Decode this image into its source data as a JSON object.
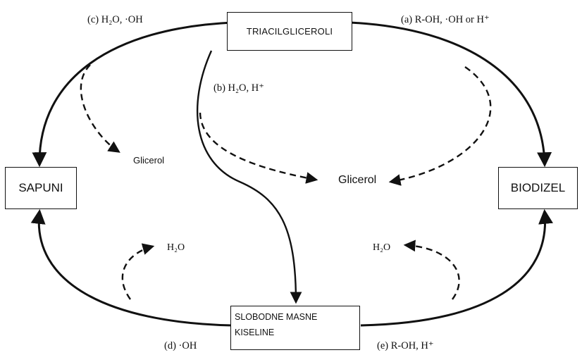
{
  "nodes": {
    "top": "TRIACILGLICEROLI",
    "left": "SAPUNI",
    "right": "BIODIZEL",
    "bottom_line1": "SLOBODNE MASNE",
    "bottom_line2": "KISELINE"
  },
  "reactions": {
    "a": "(a) R-OH, ·OH or H⁺",
    "b": "(b) H₂O, H⁺",
    "c": "(c) H₂O, ·OH",
    "d": "(d) ·OH",
    "e": "(e) R-OH, H⁺"
  },
  "byproducts": {
    "glicerol_left": "Glicerol",
    "glicerol_center": "Glicerol",
    "water_left": "H₂O",
    "water_right": "H₂O"
  },
  "colors": {
    "line": "#111111",
    "background": "#ffffff"
  }
}
